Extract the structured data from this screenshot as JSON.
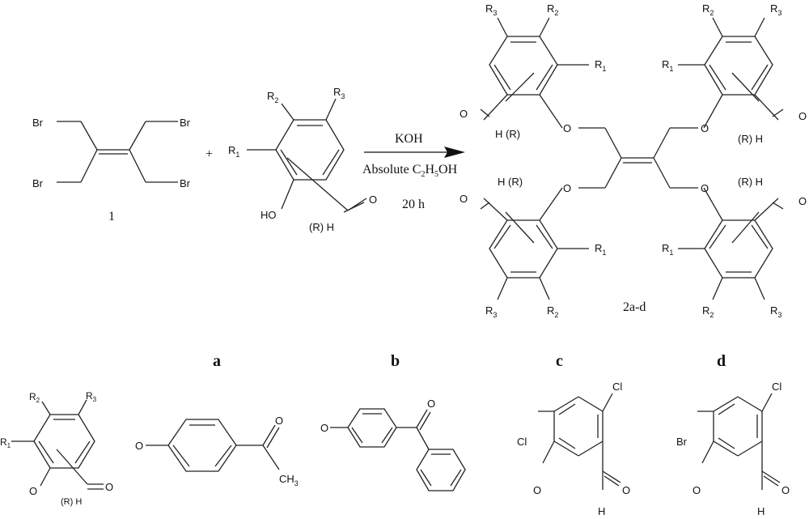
{
  "reaction": {
    "reagent1_label": "1",
    "plus": "+",
    "conditions": {
      "base": "KOH",
      "solvent_prefix": "Absolute C",
      "solvent_sub1": "2",
      "solvent_mid": "H",
      "solvent_sub2": "5",
      "solvent_suffix": "OH",
      "time": "20 h"
    },
    "product_label": "2a-d"
  },
  "atoms": {
    "br": "Br",
    "ho": "HO",
    "o": "O",
    "cl": "Cl",
    "ch3": "CH",
    "ch3_sub": "3",
    "h_r": "H (R)",
    "r_h": "(R) H",
    "r_h_small": "(R) H",
    "r": "R",
    "r1_sub": "1",
    "r2_sub": "2",
    "r3_sub": "3",
    "h": "H"
  },
  "variants": {
    "a": "a",
    "b": "b",
    "c": "c",
    "d": "d"
  }
}
